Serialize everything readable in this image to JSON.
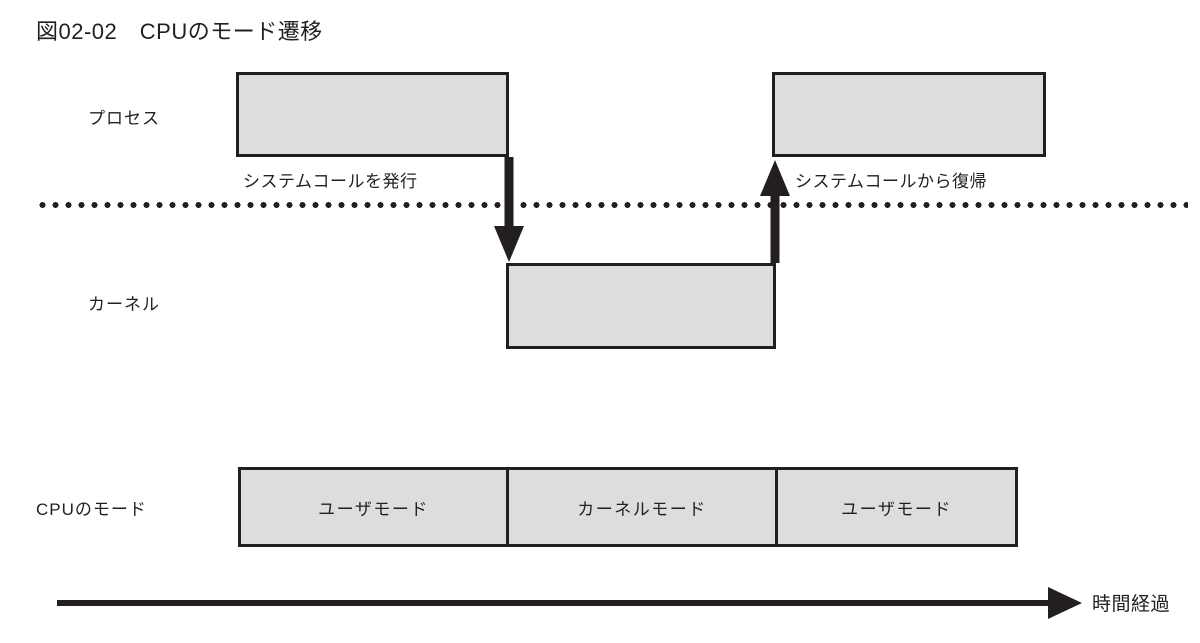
{
  "figure": {
    "title": "図02-02　CPUのモード遷移",
    "caption_number": "図02-02",
    "caption_text": "CPUのモード遷移"
  },
  "colors": {
    "box_fill": "#dddddd",
    "stroke": "#231f20",
    "background": "#ffffff"
  },
  "lanes": [
    {
      "id": "process",
      "label": "プロセス"
    },
    {
      "id": "kernel",
      "label": "カーネル"
    },
    {
      "id": "cpu_mode",
      "label": "CPUのモード"
    }
  ],
  "lane_labels": {
    "process": "プロセス",
    "kernel": "カーネル",
    "cpu_mode": "CPUのモード"
  },
  "activity_boxes": [
    {
      "id": "process-box-left",
      "lane": "process",
      "label": ""
    },
    {
      "id": "process-box-right",
      "lane": "process",
      "label": ""
    },
    {
      "id": "kernel-box",
      "lane": "kernel",
      "label": ""
    }
  ],
  "transitions": [
    {
      "id": "syscall-issue",
      "label": "システムコールを発行",
      "direction": "down",
      "from_lane": "process",
      "to_lane": "kernel"
    },
    {
      "id": "syscall-return",
      "label": "システムコールから復帰",
      "direction": "up",
      "from_lane": "kernel",
      "to_lane": "process"
    }
  ],
  "boundary_line": {
    "style": "dotted",
    "meaning": "user/kernel boundary"
  },
  "cpu_mode_bar": {
    "segments": [
      {
        "label": "ユーザモード"
      },
      {
        "label": "カーネルモード"
      },
      {
        "label": "ユーザモード"
      }
    ]
  },
  "time_axis": {
    "label": "時間経過",
    "direction": "right",
    "arrow_icon": "arrow-right-icon"
  }
}
